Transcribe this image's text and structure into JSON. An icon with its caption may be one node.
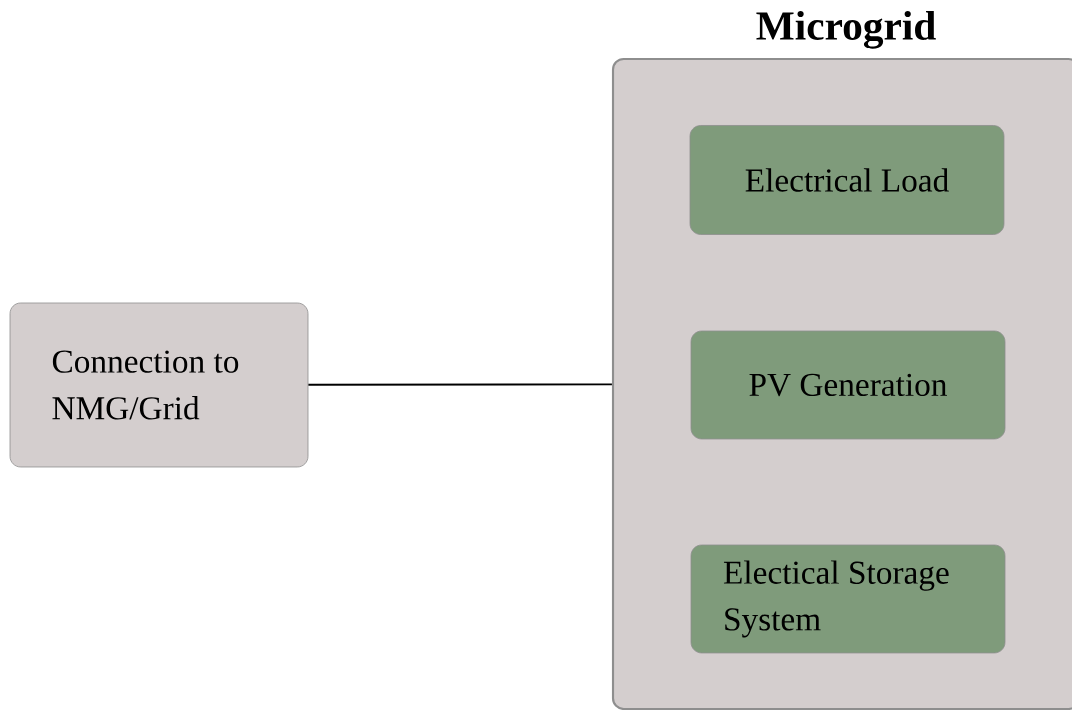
{
  "diagram": {
    "nodes": [
      {
        "text": [
          "Connection to NMG/Grid"
        ]
      },
      {
        "text": [
          "Microgrid"
        ]
      },
      {
        "text": [
          "Electrical Load"
        ],
        "in": 1
      },
      {
        "text": [
          "PV Generation"
        ],
        "in": 1
      },
      {
        "text": [
          "Electical Storage System"
        ],
        "in": 1
      }
    ],
    "edges": [
      {
        "from": 0,
        "to": 1,
        "arrow": "none"
      }
    ]
  }
}
